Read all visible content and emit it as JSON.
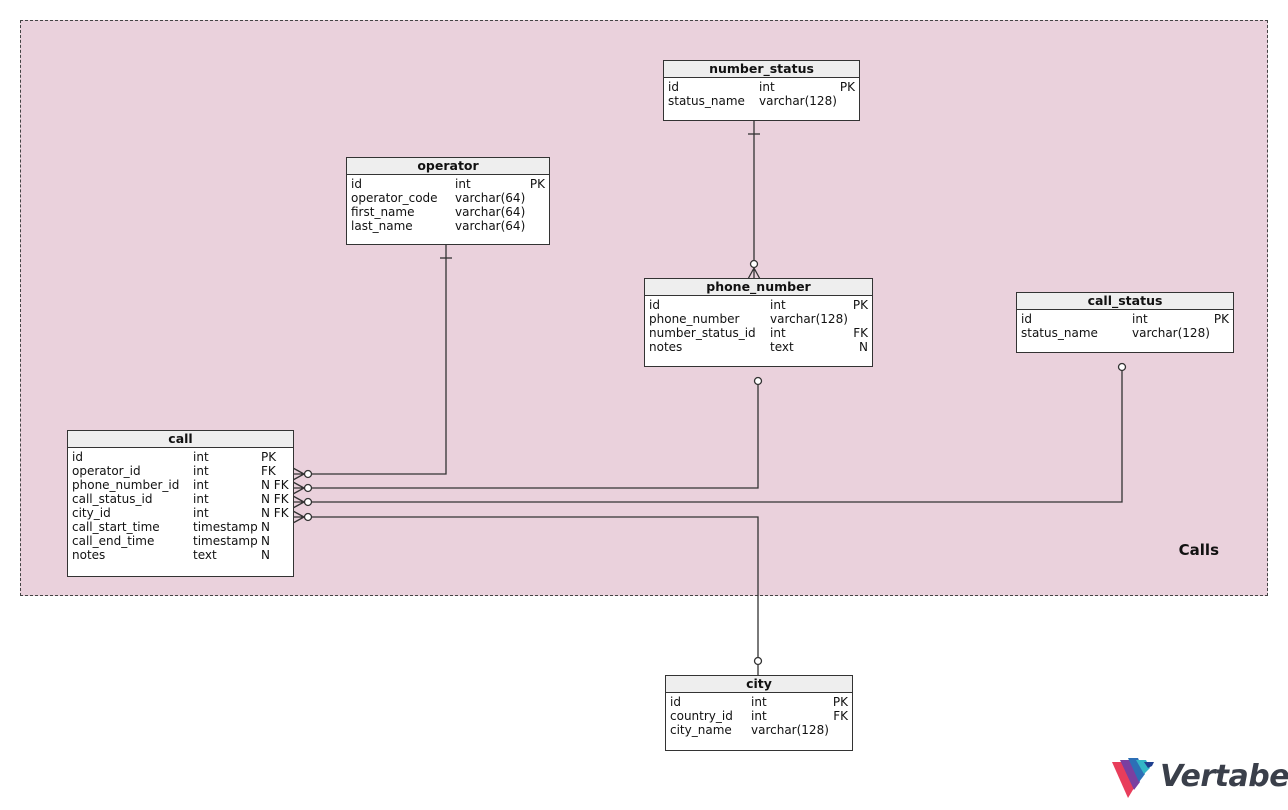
{
  "area": {
    "label": "Calls"
  },
  "tables": {
    "number_status": {
      "title": "number_status",
      "columns": [
        {
          "name": "id",
          "type": "int",
          "flags": "PK"
        },
        {
          "name": "status_name",
          "type": "varchar(128)",
          "flags": ""
        }
      ]
    },
    "operator": {
      "title": "operator",
      "columns": [
        {
          "name": "id",
          "type": "int",
          "flags": "PK"
        },
        {
          "name": "operator_code",
          "type": "varchar(64)",
          "flags": ""
        },
        {
          "name": "first_name",
          "type": "varchar(64)",
          "flags": ""
        },
        {
          "name": "last_name",
          "type": "varchar(64)",
          "flags": ""
        }
      ]
    },
    "phone_number": {
      "title": "phone_number",
      "columns": [
        {
          "name": "id",
          "type": "int",
          "flags": "PK"
        },
        {
          "name": "phone_number",
          "type": "varchar(128)",
          "flags": ""
        },
        {
          "name": "number_status_id",
          "type": "int",
          "flags": "FK"
        },
        {
          "name": "notes",
          "type": "text",
          "flags": "N"
        }
      ]
    },
    "call_status": {
      "title": "call_status",
      "columns": [
        {
          "name": "id",
          "type": "int",
          "flags": "PK"
        },
        {
          "name": "status_name",
          "type": "varchar(128)",
          "flags": ""
        }
      ]
    },
    "call": {
      "title": "call",
      "columns": [
        {
          "name": "id",
          "type": "int",
          "flags": "PK"
        },
        {
          "name": "operator_id",
          "type": "int",
          "flags": "FK"
        },
        {
          "name": "phone_number_id",
          "type": "int",
          "flags": "N FK"
        },
        {
          "name": "call_status_id",
          "type": "int",
          "flags": "N FK"
        },
        {
          "name": "city_id",
          "type": "int",
          "flags": "N FK"
        },
        {
          "name": "call_start_time",
          "type": "timestamp",
          "flags": "N"
        },
        {
          "name": "call_end_time",
          "type": "timestamp",
          "flags": "N"
        },
        {
          "name": "notes",
          "type": "text",
          "flags": "N"
        }
      ]
    },
    "city": {
      "title": "city",
      "columns": [
        {
          "name": "id",
          "type": "int",
          "flags": "PK"
        },
        {
          "name": "country_id",
          "type": "int",
          "flags": "FK"
        },
        {
          "name": "city_name",
          "type": "varchar(128)",
          "flags": ""
        }
      ]
    }
  },
  "relationships": [
    {
      "name": "call-operator",
      "from": "call",
      "to": "operator"
    },
    {
      "name": "call-phone_number",
      "from": "call",
      "to": "phone_number"
    },
    {
      "name": "call-call_status",
      "from": "call",
      "to": "call_status"
    },
    {
      "name": "call-city",
      "from": "call",
      "to": "city"
    },
    {
      "name": "phone_number-number_status",
      "from": "phone_number",
      "to": "number_status"
    }
  ],
  "logo": {
    "text": "Vertabelo"
  },
  "colors": {
    "area_bg": "#ead1dc",
    "header_bg": "#eeeeee",
    "line": "#333333"
  }
}
